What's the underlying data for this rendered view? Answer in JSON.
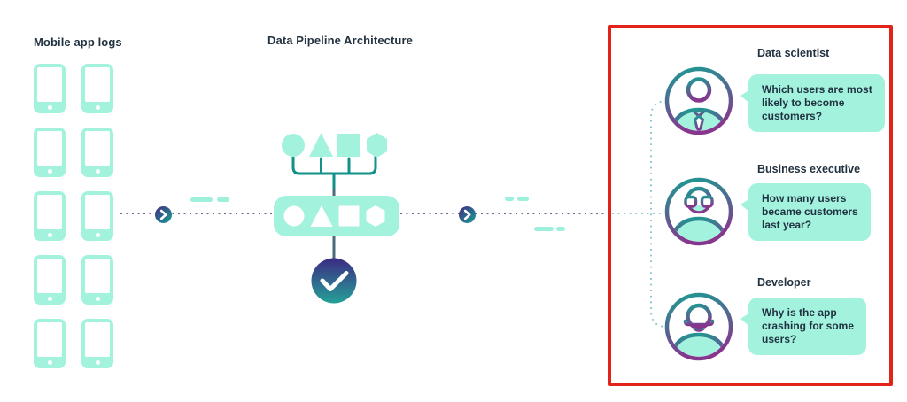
{
  "mobile_logs": {
    "label": "Mobile app logs",
    "phone_count": 10
  },
  "pipeline": {
    "title": "Data Pipeline Architecture",
    "stages": [
      "source-shapes",
      "merge-tree",
      "processor-box",
      "validated-output-check"
    ]
  },
  "annotation": {
    "highlight_color": "#e2231a"
  },
  "personas": [
    {
      "role": "Data scientist",
      "question": "Which users are most\nlikely to become\ncustomers?",
      "avatar_icon": "person-with-tie-icon"
    },
    {
      "role": "Business executive",
      "question": "How many users\nbecame customers\nlast year?",
      "avatar_icon": "person-with-glasses-icon"
    },
    {
      "role": "Developer",
      "question": "Why is the app\ncrashing for some\nusers?",
      "avatar_icon": "person-with-headset-icon"
    }
  ],
  "colors": {
    "mint": "#a3f2de",
    "teal_stroke": "#11918a",
    "navy_text": "#223240",
    "purple_dots": "#7a6192",
    "teal_dots": "#8fc6d3",
    "red_highlight": "#e2231a",
    "gradient_purple": "#452a80",
    "gradient_teal": "#16a096"
  }
}
